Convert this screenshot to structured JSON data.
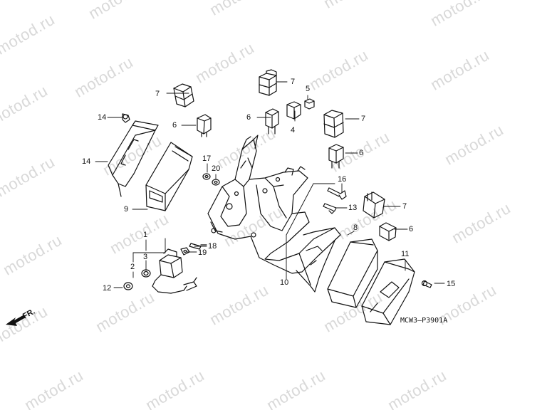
{
  "watermark": "motod.ru",
  "diagram_code": "MCW3—P3901A",
  "front_indicator": "FR.",
  "callouts": [
    {
      "id": "c1",
      "text": "1"
    },
    {
      "id": "c2",
      "text": "2"
    },
    {
      "id": "c3",
      "text": "3"
    },
    {
      "id": "c4",
      "text": "4"
    },
    {
      "id": "c5",
      "text": "5"
    },
    {
      "id": "c6a",
      "text": "6"
    },
    {
      "id": "c6b",
      "text": "6"
    },
    {
      "id": "c6c",
      "text": "6"
    },
    {
      "id": "c6d",
      "text": "6"
    },
    {
      "id": "c7a",
      "text": "7"
    },
    {
      "id": "c7b",
      "text": "7"
    },
    {
      "id": "c7c",
      "text": "7"
    },
    {
      "id": "c7d",
      "text": "7"
    },
    {
      "id": "c8",
      "text": "8"
    },
    {
      "id": "c9",
      "text": "9"
    },
    {
      "id": "c10",
      "text": "10"
    },
    {
      "id": "c11",
      "text": "11"
    },
    {
      "id": "c12",
      "text": "12"
    },
    {
      "id": "c13",
      "text": "13"
    },
    {
      "id": "c14a",
      "text": "14"
    },
    {
      "id": "c14b",
      "text": "14"
    },
    {
      "id": "c15",
      "text": "15"
    },
    {
      "id": "c16",
      "text": "16"
    },
    {
      "id": "c17",
      "text": "17"
    },
    {
      "id": "c18",
      "text": "18"
    },
    {
      "id": "c19",
      "text": "19"
    },
    {
      "id": "c20",
      "text": "20"
    }
  ]
}
